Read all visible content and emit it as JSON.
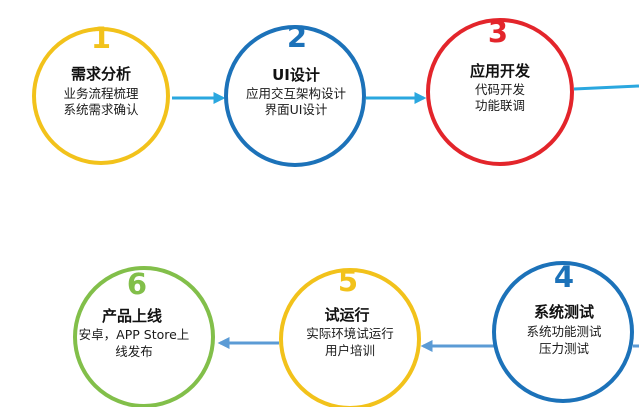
{
  "colors": {
    "yellow": "#f2c21b",
    "blue": "#1c72b9",
    "red": "#e3252b",
    "green": "#82bf4a",
    "arrow_forward": "#2aa7df",
    "arrow_back": "#5b9bd5"
  },
  "steps": [
    {
      "number": "1",
      "title": "需求分析",
      "lines": [
        "业务流程梳理",
        "系统需求确认"
      ],
      "color": "#f2c21b"
    },
    {
      "number": "2",
      "title": "UI设计",
      "lines": [
        "应用交互架构设计",
        "界面UI设计"
      ],
      "color": "#1c72b9"
    },
    {
      "number": "3",
      "title": "应用开发",
      "lines": [
        "代码开发",
        "功能联调"
      ],
      "color": "#e3252b"
    },
    {
      "number": "4",
      "title": "系统测试",
      "lines": [
        "系统功能测试",
        "压力测试"
      ],
      "color": "#1c72b9"
    },
    {
      "number": "5",
      "title": "试运行",
      "lines": [
        "实际环境试运行",
        "用户培训"
      ],
      "color": "#f2c21b"
    },
    {
      "number": "6",
      "title": "产品上线",
      "lines": [
        "安卓，APP Store上",
        "线发布"
      ],
      "color": "#82bf4a"
    }
  ]
}
